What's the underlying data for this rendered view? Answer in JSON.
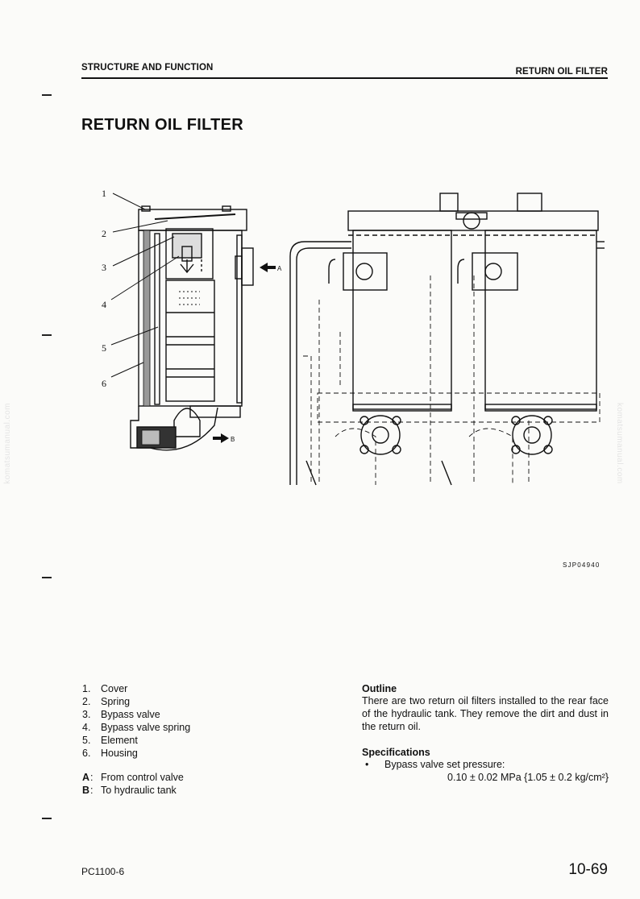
{
  "header": {
    "left": "STRUCTURE AND FUNCTION",
    "right": "RETURN OIL FILTER"
  },
  "title": "RETURN OIL FILTER",
  "figure": {
    "callouts": [
      "1",
      "2",
      "3",
      "4",
      "5",
      "6"
    ],
    "port_a": "A",
    "port_b": "B",
    "code": "SJP04940"
  },
  "parts": [
    {
      "num": "1.",
      "label": "Cover"
    },
    {
      "num": "2.",
      "label": "Spring"
    },
    {
      "num": "3.",
      "label": "Bypass valve"
    },
    {
      "num": "4.",
      "label": "Bypass valve spring"
    },
    {
      "num": "5.",
      "label": "Element"
    },
    {
      "num": "6.",
      "label": "Housing"
    }
  ],
  "ports": [
    {
      "key": "A",
      "sep": ":",
      "label": "From control valve"
    },
    {
      "key": "B",
      "sep": ":",
      "label": "To hydraulic tank"
    }
  ],
  "outline": {
    "heading": "Outline",
    "text": "There are two return oil filters installed to the rear face of the hydraulic tank. They remove the dirt and dust in the return oil."
  },
  "specifications": {
    "heading": "Specifications",
    "bullet": "•",
    "line1": "Bypass valve set pressure:",
    "line2": "0.10 ± 0.02 MPa {1.05 ± 0.2 kg/cm²}"
  },
  "footer": {
    "left": "PC1100-6",
    "right": "10-69"
  },
  "watermark": "komatsumanual.com"
}
